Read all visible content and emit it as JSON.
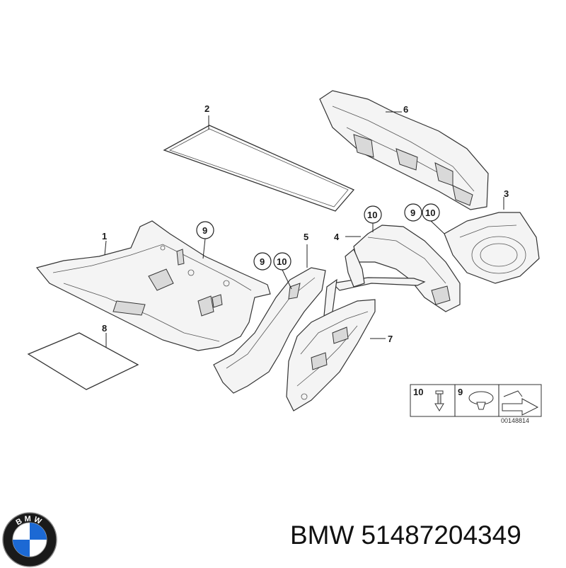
{
  "diagram": {
    "callouts": [
      "1",
      "2",
      "3",
      "4",
      "5",
      "6",
      "7",
      "8",
      "9",
      "9",
      "9",
      "10",
      "10"
    ],
    "legend": {
      "item_a": "10",
      "item_b": "9",
      "diagram_code": "00148814"
    }
  },
  "brand": {
    "name": "BMW",
    "part_number": "51487204349",
    "logo_text": "BMW",
    "logo_colors": {
      "ring": "#1a1a1a",
      "blue": "#1c69d4",
      "white": "#ffffff"
    }
  }
}
